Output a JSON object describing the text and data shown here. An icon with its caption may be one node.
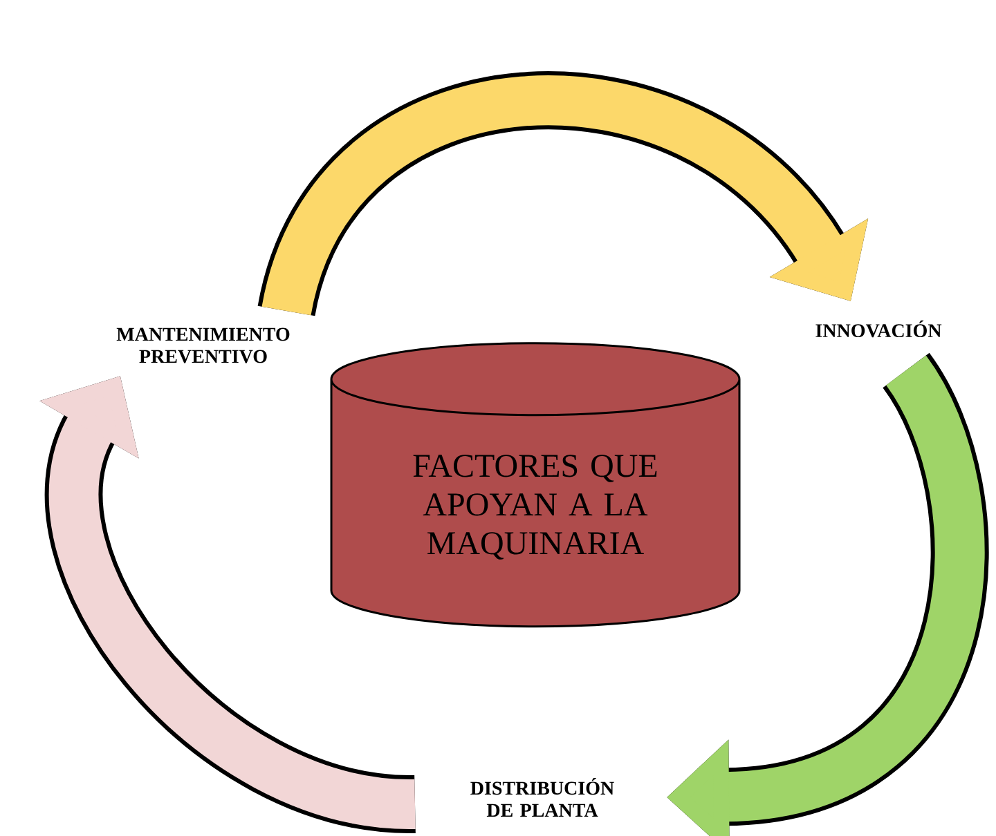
{
  "diagram": {
    "nodes": [
      {
        "text": [
          "FACTORES QUE APOYAN A LA MAQUINARIA"
        ]
      },
      {
        "text": [
          "MANTENIMIENTO PREVENTIVO"
        ]
      },
      {
        "text": [
          "INNOVACIÓN"
        ]
      },
      {
        "text": [
          "DISTRIBUCIÓN DE PLANTA"
        ]
      }
    ],
    "edges": [
      {
        "from": 1,
        "to": 2,
        "arrow": "to",
        "color": "#fcd86a"
      },
      {
        "from": 2,
        "to": 3,
        "arrow": "to",
        "color": "#9fd468"
      },
      {
        "from": 3,
        "to": 1,
        "arrow": "to",
        "color": "#f2d6d6"
      }
    ]
  }
}
